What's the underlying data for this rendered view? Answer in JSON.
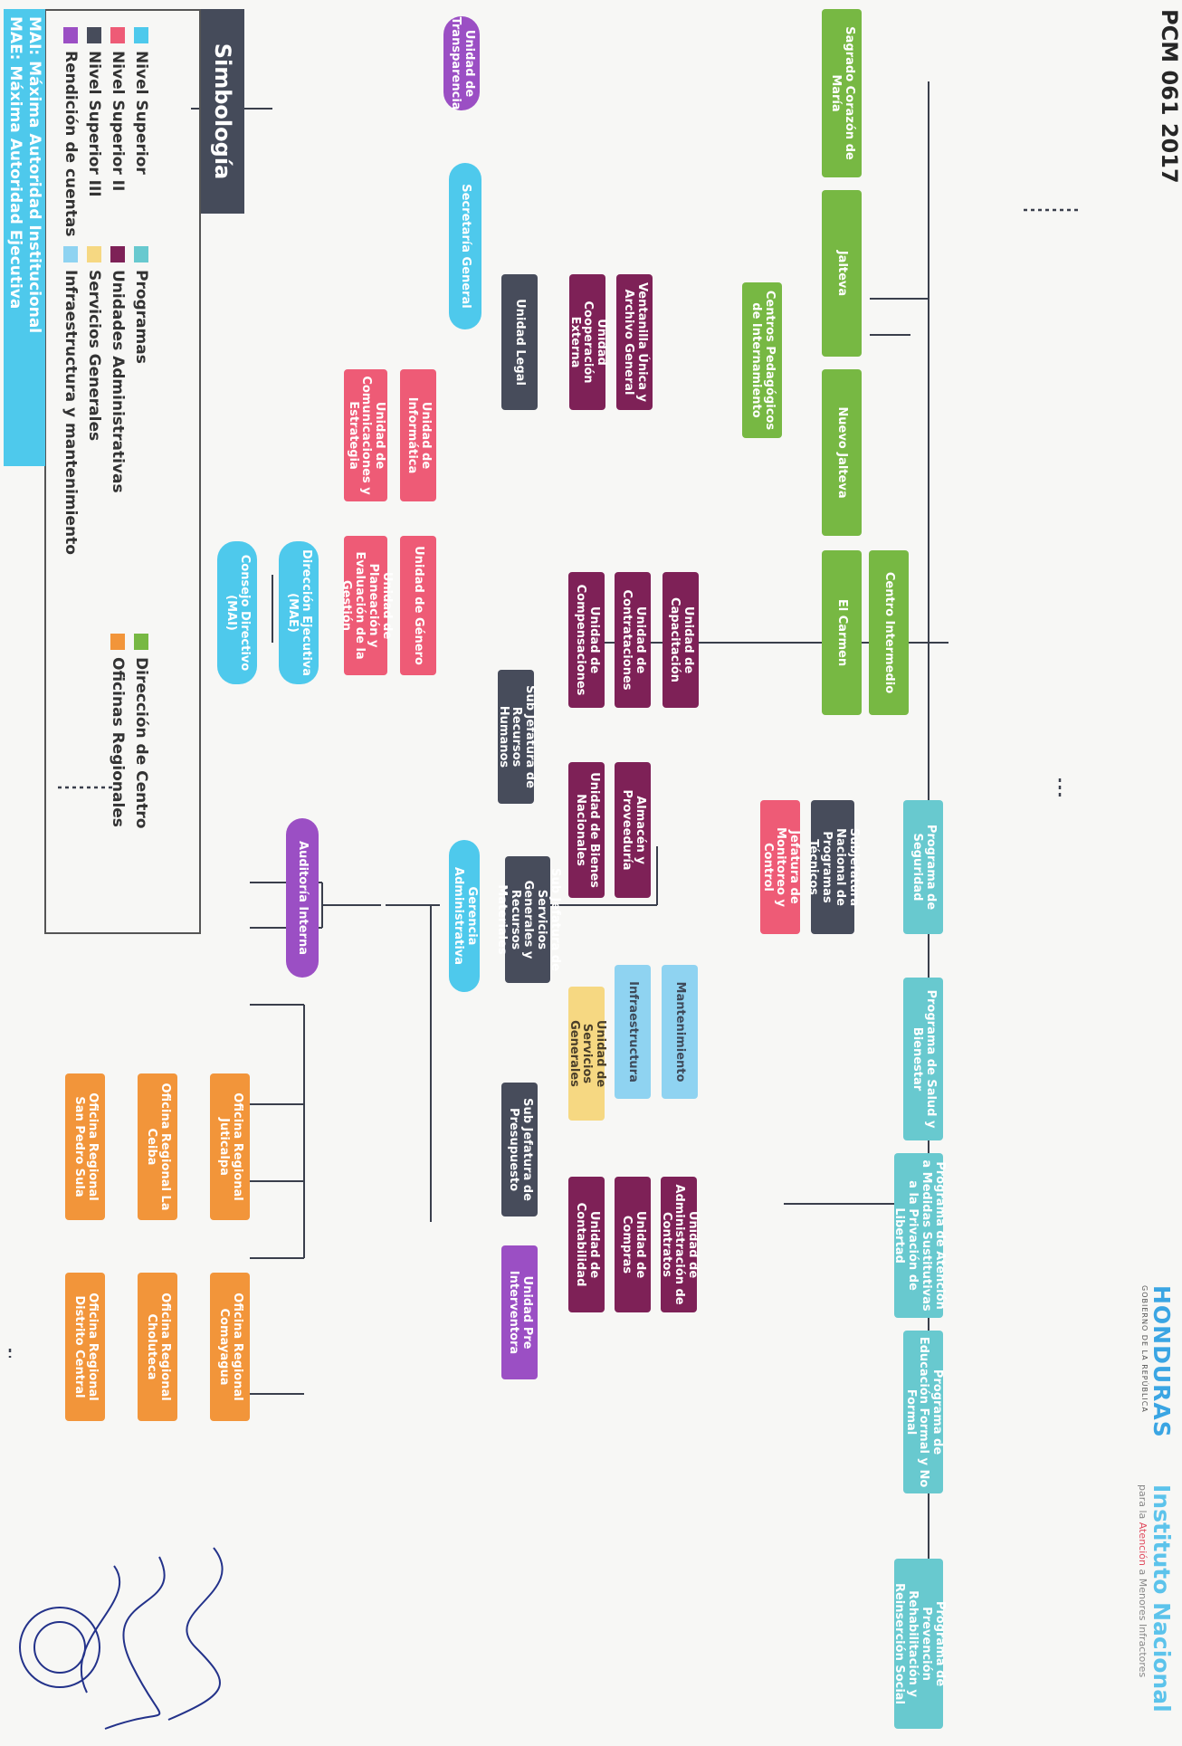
{
  "title": "PCM 061 2017",
  "brand": {
    "name": "HONDURAS",
    "subtitle": "GOBIERNO DE LA REPÚBLICA",
    "institute": "Instituto Nacional",
    "tagline_pre": "para la",
    "tagline_hl": "Atención",
    "tagline_post": "a Menores Infractores"
  },
  "nodes": {
    "consejo": "Consejo Directivo (MAI)",
    "direccion": "Dirección Ejecutiva (MAE)",
    "auditoria": "Auditoría Interna",
    "u_transparencia": "Unidad de Transparencia",
    "secretaria": "Secretaría General",
    "u_legal": "Unidad Legal",
    "u_cooperacion": "Unidad Cooperación Externa",
    "ventanilla": "Ventanilla Única y Archivo General",
    "u_comunicaciones": "Unidad de Comunicaciones y Estrategia",
    "u_informatica": "Unidad de Informática",
    "u_planeacion": "Unidad de Planeación y Evaluación de la Gestión",
    "u_genero": "Unidad de Género",
    "gerencia": "Gerencia Administrativa",
    "sj_rrhh": "Sub Jefatura de Recursos Humanos",
    "u_compensaciones": "Unidad de Compensaciones",
    "u_contrataciones": "Unidad de Contrataciones",
    "u_capacitacion": "Unidad de Capacitación",
    "sj_sgrm": "Sub Jefatura de Servicios Generales y Recursos Materiales",
    "u_bienes": "Unidad de Bienes Nacionales",
    "almacen": "Almacén y Proveeduría",
    "u_servicios": "Unidad de Servicios Generales",
    "infraestructura": "Infraestructura",
    "mantenimiento": "Mantenimiento",
    "sj_presupuesto": "Sub Jefatura de Presupuesto",
    "u_preinterventora": "Unidad Pre Interventora",
    "u_contabilidad": "Unidad de Contabilidad",
    "u_compras": "Unidad de Compras",
    "u_admin_contratos": "Unidad de Administración de Contratos",
    "centros": "Centros Pedagógicos de Internamiento",
    "sagrado": "Sagrado Corazón de María",
    "jalteva": "Jalteva",
    "nuevo_jalteva": "Nuevo Jalteva",
    "el_carmen": "El Carmen",
    "centro_intermedio": "Centro Intermedio",
    "jefatura_mc": "Jefatura de Monitoreo y Control",
    "subjefatura_pt": "Subjefatura Nacional de Programas Técnicos",
    "p_seguridad": "Programa de Seguridad",
    "p_salud": "Programa de Salud y Bienestar",
    "p_atencion": "Programa de Atención a Medidas Sustitutivas a la Privación de Libertad",
    "p_educacion": "Programa de Educación Formal y No Formal",
    "p_prevencion": "Programa de Prevención Rehabilitación y Reinserción Social",
    "or_juticalpa": "Oficina Regional Juticalpa",
    "or_comayagua": "Oficina Regional Comayagua",
    "or_ceiba": "Oficina Regional La Ceiba",
    "or_choluteca": "Oficina Regional Choluteca",
    "or_sps": "Oficina Regional San Pedro Sula",
    "or_dc": "Oficina Regional Distrito Central"
  },
  "legend": {
    "title": "Simbología",
    "items": [
      {
        "label": "Nivel Superior",
        "color": "#4ec9ec"
      },
      {
        "label": "Nivel Superior II",
        "color": "#ee5b76"
      },
      {
        "label": "Nivel Superior III",
        "color": "#474c5b"
      },
      {
        "label": "Rendición de cuentas",
        "color": "#9b4fc4"
      },
      {
        "label": "Programas",
        "color": "#68c9cf"
      },
      {
        "label": "Unidades Administrativas",
        "color": "#7e2157"
      },
      {
        "label": "Servicios Generales",
        "color": "#f6d882"
      },
      {
        "label": "Infraestructura y mantenimiento",
        "color": "#8fd3f1"
      },
      {
        "label": "Dirección de Centro",
        "color": "#77b843"
      },
      {
        "label": "Oficinas Regionales",
        "color": "#f2953a"
      }
    ]
  },
  "notes": {
    "mai": "MAI: Máxima Autoridad Institucional",
    "mae": "MAE: Máxima Autoridad Ejecutiva"
  }
}
